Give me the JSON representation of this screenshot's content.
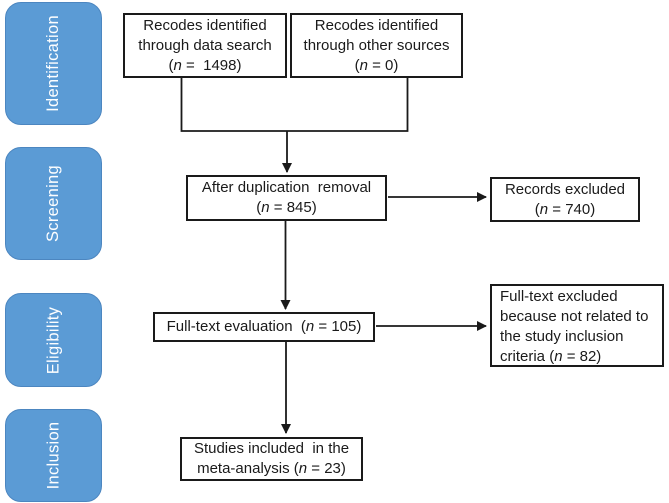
{
  "sidebar": {
    "items": [
      {
        "label": "Identification"
      },
      {
        "label": "Screening"
      },
      {
        "label": "Eligibility"
      },
      {
        "label": "Inclusion"
      }
    ]
  },
  "boxes": {
    "identified_search": {
      "line1": "Recodes identified",
      "line2": "through data search",
      "count": {
        "open": "(",
        "n": "n",
        "close": " =  1498)"
      }
    },
    "identified_other": {
      "line1": "Recodes identified",
      "line2": "through other sources",
      "count": {
        "open": "(",
        "n": "n",
        "close": " = 0)"
      }
    },
    "dedup": {
      "line1": "After duplication  removal",
      "count": {
        "open": "(",
        "n": "n",
        "close": " = 845)"
      }
    },
    "records_excluded": {
      "line1": "Records excluded",
      "count": {
        "open": "(",
        "n": "n",
        "close": " = 740)"
      }
    },
    "fulltext_eval": {
      "text": "Full-text evaluation  ",
      "count": {
        "open": "(",
        "n": "n",
        "close": " = 105)"
      }
    },
    "fulltext_excluded": {
      "text": "Full-text excluded because not related to the study inclusion criteria ",
      "count": {
        "open": "(",
        "n": "n",
        "close": " = 82)"
      }
    },
    "included": {
      "text": "Studies included  in the meta-analysis ",
      "count": {
        "open": "(",
        "n": "n",
        "close": " = 23)"
      }
    }
  },
  "colors": {
    "background": "#ffffff",
    "stage_fill": "#5b9bd5",
    "stage_border": "#4c86c0",
    "stage_text": "#fdfeff",
    "box_border": "#1a1a1a",
    "box_text": "#1a1a1a",
    "arrow": "#1a1a1a"
  }
}
